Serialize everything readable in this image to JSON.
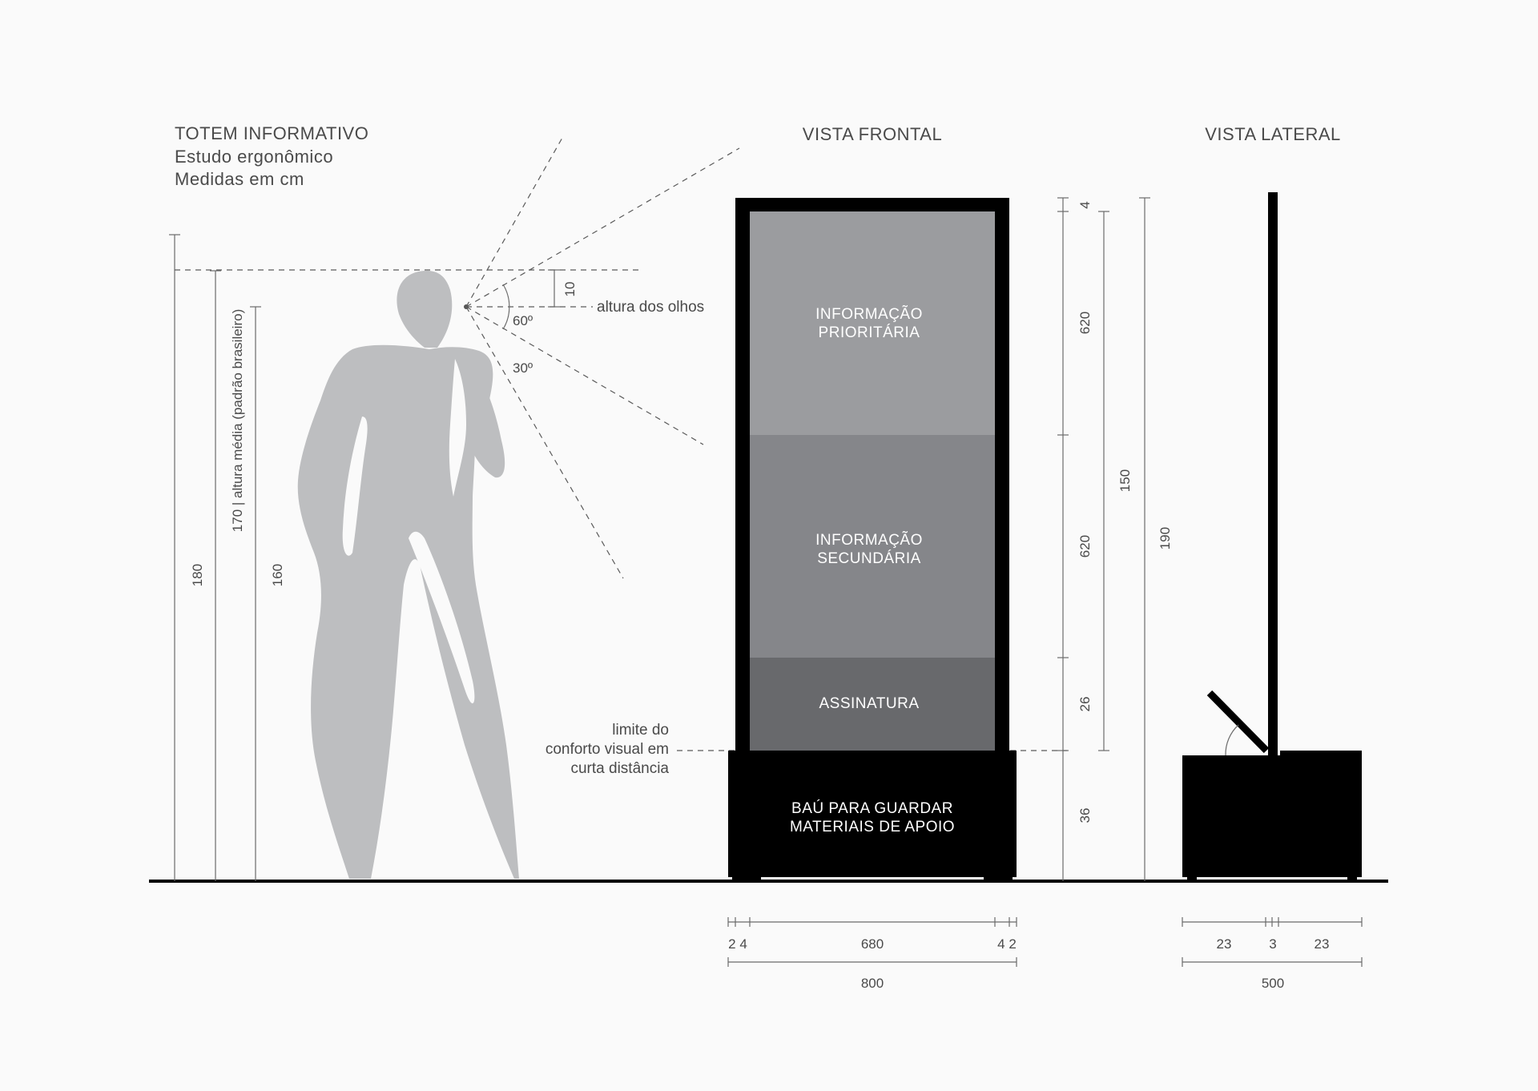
{
  "header": {
    "title": "TOTEM INFORMATIVO",
    "subtitle_1": "Estudo ergonômico",
    "subtitle_2": "Medidas em cm",
    "front_view": "VISTA FRONTAL",
    "side_view": "VISTA LATERAL"
  },
  "human": {
    "dim_180": "180",
    "dim_170": "170 | altura média (padrão brasileiro)",
    "dim_160": "160",
    "eye_label": "altura dos olhos",
    "eye_offset": "10",
    "angle_60": "60º",
    "angle_30": "30º",
    "comfort_1": "limite do",
    "comfort_2": "conforto visual em",
    "comfort_3": "curta distância"
  },
  "front": {
    "panel_1": {
      "line_1": "INFORMAÇÃO",
      "line_2": "PRIORITÁRIA",
      "color": "#9b9c9f"
    },
    "panel_2": {
      "line_1": "INFORMAÇÃO",
      "line_2": "SECUNDÁRIA",
      "color": "#85868a"
    },
    "panel_3": {
      "label": "ASSINATURA",
      "color": "#68696c"
    },
    "base": {
      "line_1": "BAÚ PARA GUARDAR",
      "line_2": "MATERIAIS DE APOIO",
      "color": "#000000"
    },
    "dims_vertical": {
      "top": "4",
      "p1": "620",
      "p2": "620",
      "p3": "26",
      "base": "36",
      "span_150": "150",
      "total_190": "190"
    },
    "dims_horizontal": {
      "left": "2 4",
      "center": "680",
      "right": "4 2",
      "total": "800"
    }
  },
  "side": {
    "dims_horizontal": {
      "left": "23",
      "center": "3",
      "right": "23",
      "total": "500"
    }
  },
  "colors": {
    "figure": "#bdbec0",
    "ink": "#000000",
    "background": "#fafafa"
  }
}
